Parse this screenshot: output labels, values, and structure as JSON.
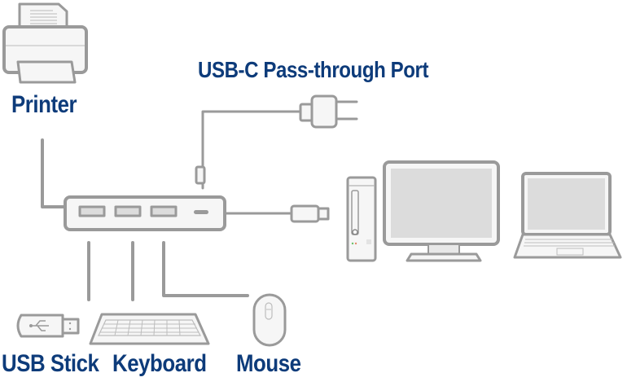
{
  "diagram": {
    "title": "USB Hub Connection Diagram",
    "labels": {
      "printer": "Printer",
      "passthrough": "USB-C Pass-through Port",
      "usb_stick": "USB Stick",
      "keyboard": "Keyboard",
      "mouse": "Mouse"
    },
    "hub": {
      "usb_a_ports": 3,
      "usb_c_ports": 1
    },
    "host_devices": [
      "desktop-tower",
      "monitor",
      "laptop"
    ],
    "colors": {
      "label_text": "#0d3b7a",
      "line_art": "#9a9a9a",
      "screen_fill": "#dcdcdc",
      "background": "#ffffff"
    }
  }
}
